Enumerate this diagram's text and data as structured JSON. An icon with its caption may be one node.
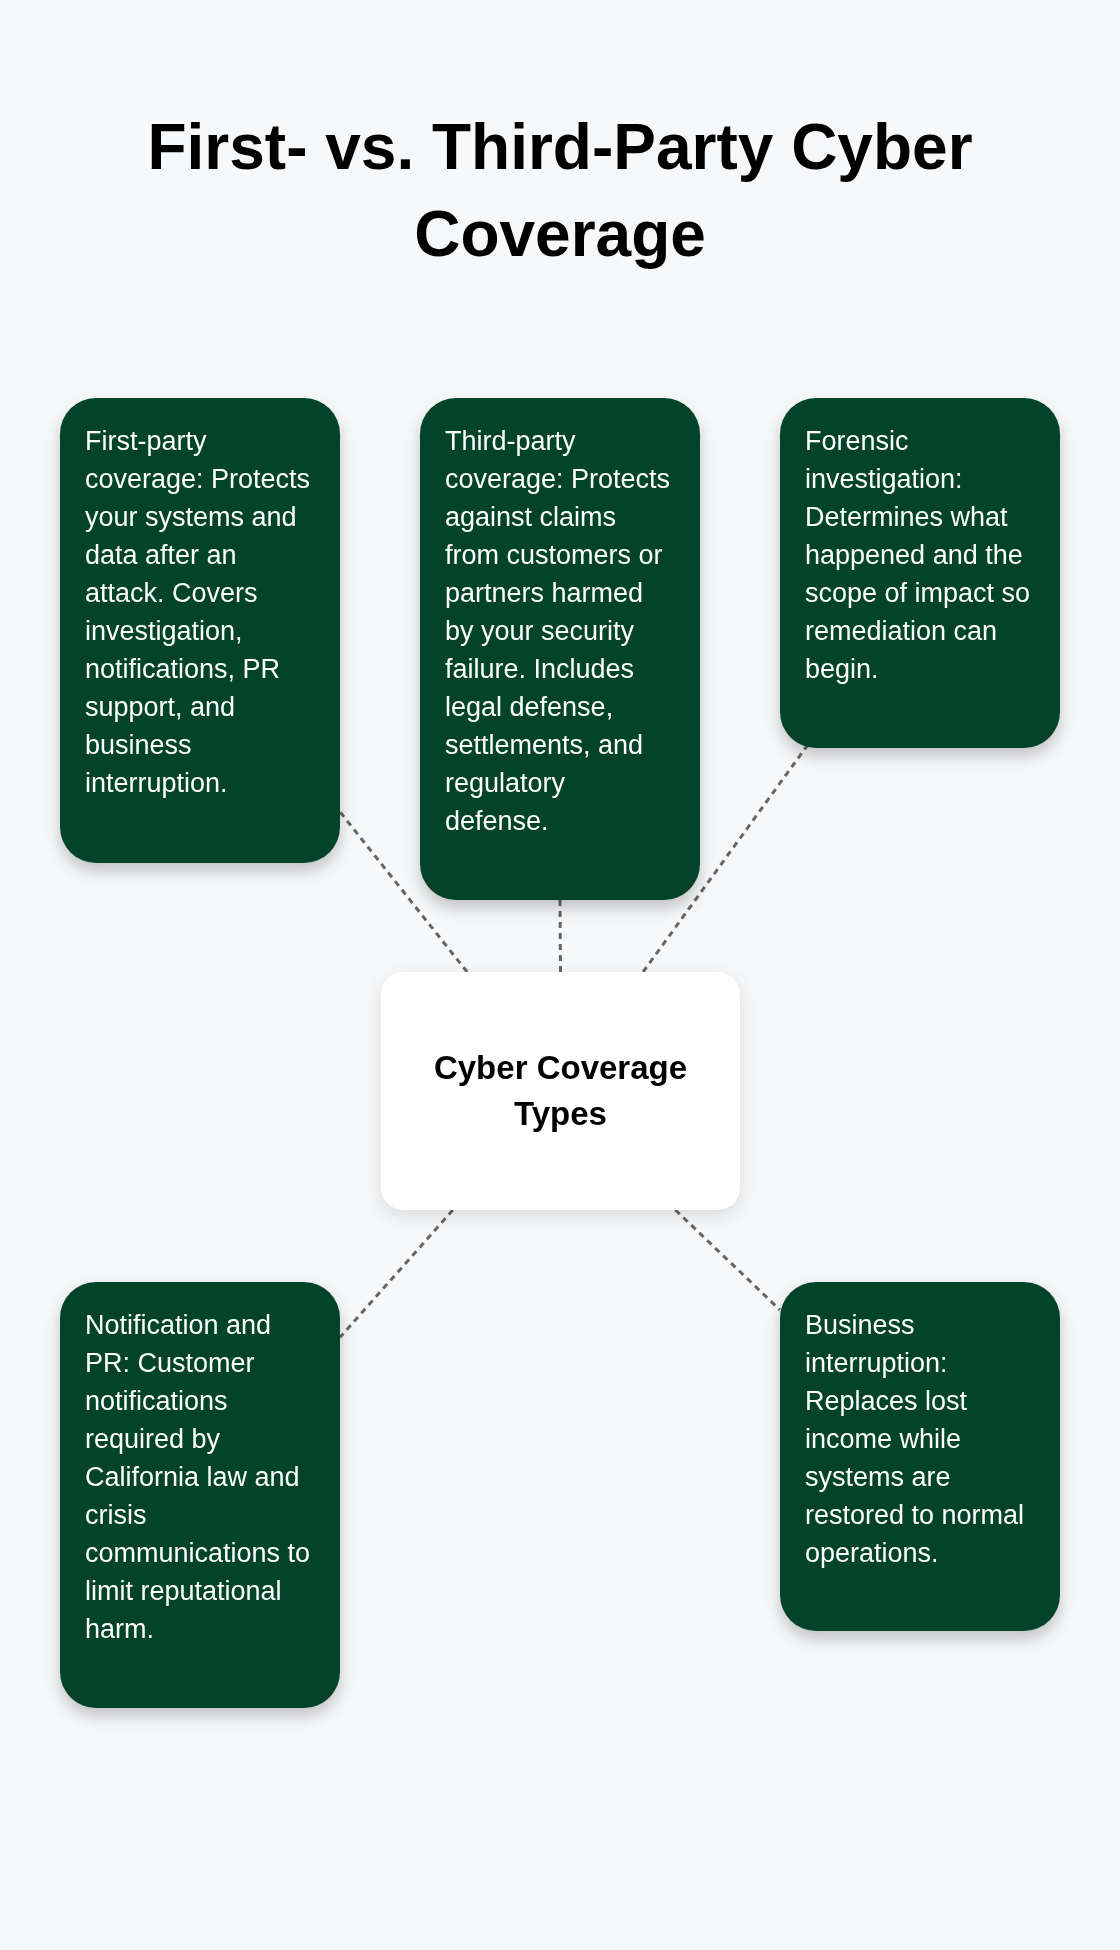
{
  "diagram": {
    "title": "First- vs. Third-Party Cyber Coverage",
    "nodes": [
      {
        "text": [
          "First-party coverage: Protects your systems and data after an attack. Covers investigation, notifications, PR support, and business interruption."
        ]
      },
      {
        "text": [
          "Third-party coverage: Protects against claims from customers or partners harmed by your security failure. Includes legal defense, settlements, and regulatory defense."
        ]
      },
      {
        "text": [
          "Forensic investigation: Determines what happened and the scope of impact so remediation can begin."
        ]
      },
      {
        "text": [
          "Cyber Coverage Types"
        ]
      },
      {
        "text": [
          "Notification and PR: Customer notifications required by California law and crisis communications to limit reputational harm."
        ]
      },
      {
        "text": [
          "Business interruption: Replaces lost income while systems are restored to normal operations."
        ]
      }
    ],
    "edges": [
      {
        "from": 3,
        "to": 0,
        "arrow": "none",
        "style": "dashed"
      },
      {
        "from": 3,
        "to": 1,
        "arrow": "none",
        "style": "dashed"
      },
      {
        "from": 3,
        "to": 2,
        "arrow": "none",
        "style": "dashed"
      },
      {
        "from": 3,
        "to": 4,
        "arrow": "none",
        "style": "dashed"
      },
      {
        "from": 3,
        "to": 5,
        "arrow": "none",
        "style": "dashed"
      }
    ]
  }
}
